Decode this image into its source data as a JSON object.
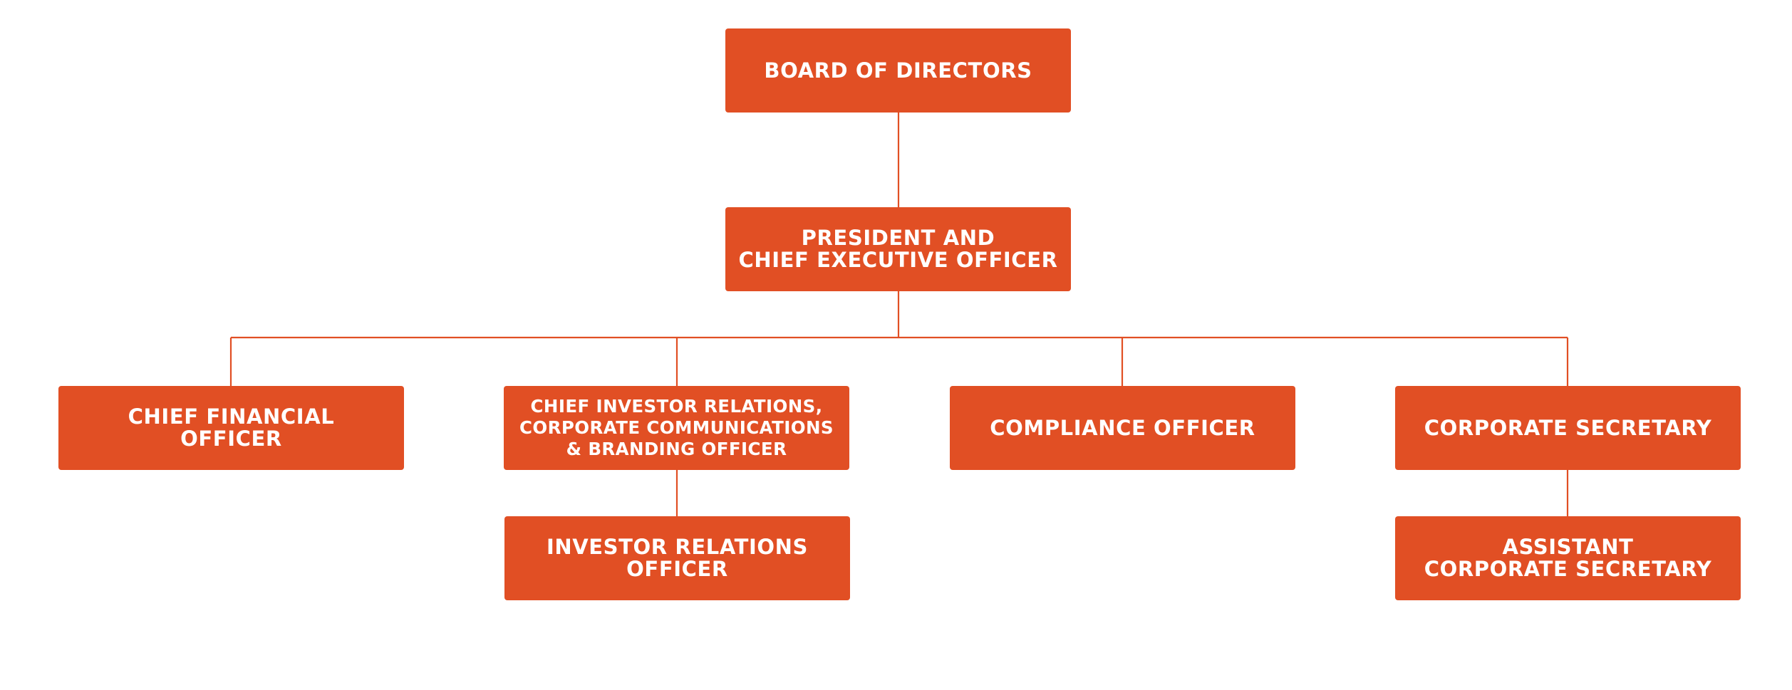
{
  "colors": {
    "box_fill": "#e14f24",
    "connector": "#e14f24",
    "text": "#ffffff",
    "background": "#ffffff"
  },
  "org_chart": {
    "board": "BOARD OF DIRECTORS",
    "president": "PRESIDENT AND\nCHIEF EXECUTIVE OFFICER",
    "cfo": "CHIEF FINANCIAL\nOFFICER",
    "chief_ir": "CHIEF INVESTOR RELATIONS,\nCORPORATE COMMUNICATIONS\n& BRANDING OFFICER",
    "compliance": "COMPLIANCE OFFICER",
    "corp_secretary": "CORPORATE SECRETARY",
    "ir_officer": "INVESTOR RELATIONS\nOFFICER",
    "asst_corp_secretary": "ASSISTANT\nCORPORATE SECRETARY"
  }
}
